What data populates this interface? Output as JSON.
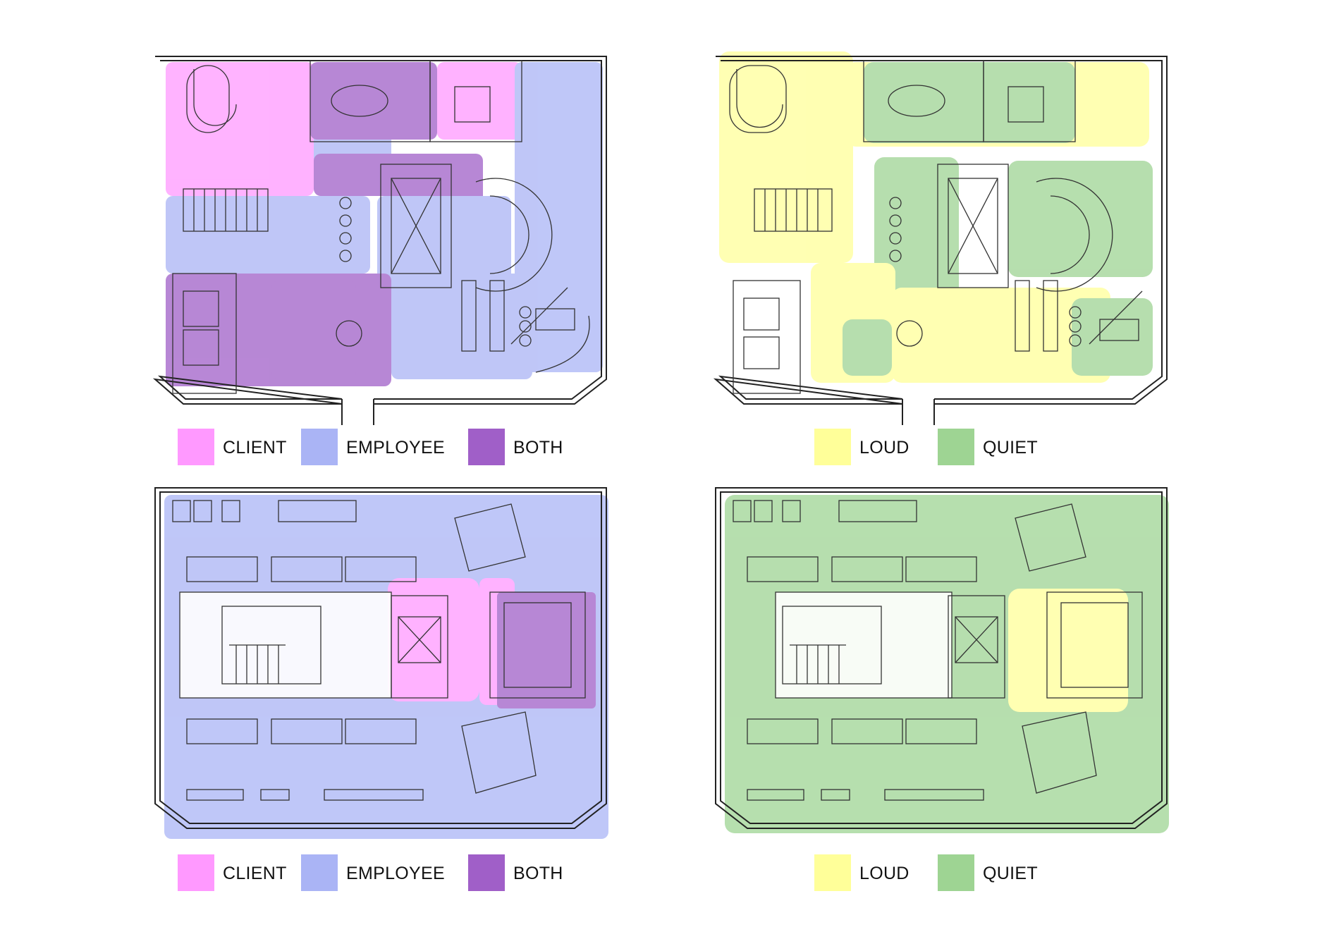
{
  "colors": {
    "client": "#ff99ff",
    "employee": "#aab4f5",
    "both": "#a05fc8",
    "loud": "#ffff99",
    "quiet": "#9ed493"
  },
  "legends": [
    {
      "id": "ground-usage",
      "items": [
        {
          "label": "CLIENT",
          "color_key": "client"
        },
        {
          "label": "EMPLOYEE",
          "color_key": "employee"
        },
        {
          "label": "BOTH",
          "color_key": "both"
        }
      ]
    },
    {
      "id": "ground-noise",
      "items": [
        {
          "label": "LOUD",
          "color_key": "loud"
        },
        {
          "label": "QUIET",
          "color_key": "quiet"
        }
      ]
    },
    {
      "id": "upper-usage",
      "items": [
        {
          "label": "CLIENT",
          "color_key": "client"
        },
        {
          "label": "EMPLOYEE",
          "color_key": "employee"
        },
        {
          "label": "BOTH",
          "color_key": "both"
        }
      ]
    },
    {
      "id": "upper-noise",
      "items": [
        {
          "label": "LOUD",
          "color_key": "loud"
        },
        {
          "label": "QUIET",
          "color_key": "quiet"
        }
      ]
    }
  ]
}
